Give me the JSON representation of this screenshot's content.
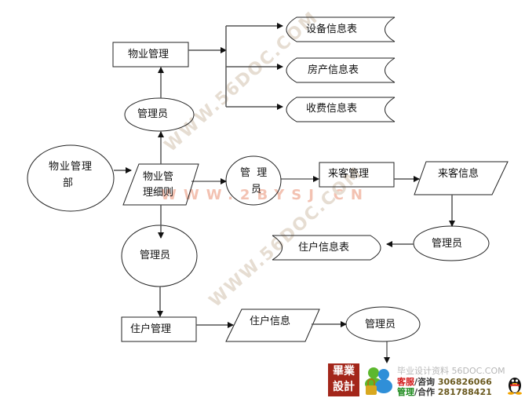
{
  "diagram": {
    "type": "data-flow-diagram",
    "nodes": {
      "wuye_guanli": "物业管理",
      "shebei_xinxibiao": "设备信息表",
      "fangchan_xinxibiao": "房产信息表",
      "shoufei_xinxibiao": "收费信息表",
      "guanliyuan_top": "管理员",
      "wuye_guanlibu_line1": "物业管理",
      "wuye_guanlibu_line2": "部",
      "wuye_guanli_xize_line1": "物业管",
      "wuye_guanli_xize_line2": "理细则",
      "guanliyuan_mid_line1": "管  理",
      "guanliyuan_mid_line2": "员",
      "laike_guanli": "来客管理",
      "laike_xinxi": "来客信息",
      "guanliyuan_right": "管理员",
      "zhuhu_xinxibiao": "住户信息表",
      "guanliyuan_lower": "管理员",
      "zhuhu_guanli": "住户管理",
      "zhuhu_xinxi": "住户信息",
      "guanliyuan_bottom": "管理员"
    },
    "edges": [
      [
        "物业管理部",
        "物业管理细则"
      ],
      [
        "物业管理细则",
        "管理员(top)"
      ],
      [
        "管理员(top)",
        "物业管理"
      ],
      [
        "物业管理",
        "设备信息表"
      ],
      [
        "物业管理",
        "房产信息表"
      ],
      [
        "物业管理",
        "收费信息表"
      ],
      [
        "物业管理细则",
        "管理员(mid)"
      ],
      [
        "管理员(mid)",
        "来客管理"
      ],
      [
        "来客管理",
        "来客信息"
      ],
      [
        "来客信息",
        "管理员(right)"
      ],
      [
        "管理员(right)",
        "住户信息表"
      ],
      [
        "物业管理细则",
        "管理员(lower)"
      ],
      [
        "管理员(lower)",
        "住户管理"
      ],
      [
        "住户管理",
        "住户信息"
      ],
      [
        "住户信息",
        "管理员(bottom)"
      ],
      [
        "管理员(bottom)",
        "footer"
      ]
    ]
  },
  "watermarks": {
    "wm1": "WWW.56DOC.COM",
    "wm2": "WWW.2BYSJ.CN",
    "wm3": "WWW.56DOC.COM"
  },
  "footer": {
    "logo_line1": "畢業",
    "logo_line2": "設計",
    "line1": "毕业设计资料 56DOC.COM",
    "service_label_a": "客服",
    "service_label_b": "/咨询",
    "service_number": "306826066",
    "manage_label_a": "管理",
    "manage_label_b": "/合作",
    "manage_number": "281788421",
    "icons": [
      "people-lock-icon",
      "qq-penguin-icon"
    ]
  },
  "colors": {
    "line": "#555555",
    "stroke": "#222222",
    "watermark_gray": "#e3d8cc",
    "watermark_red": "#f2b8a8",
    "logo_red": "#a3261a"
  }
}
